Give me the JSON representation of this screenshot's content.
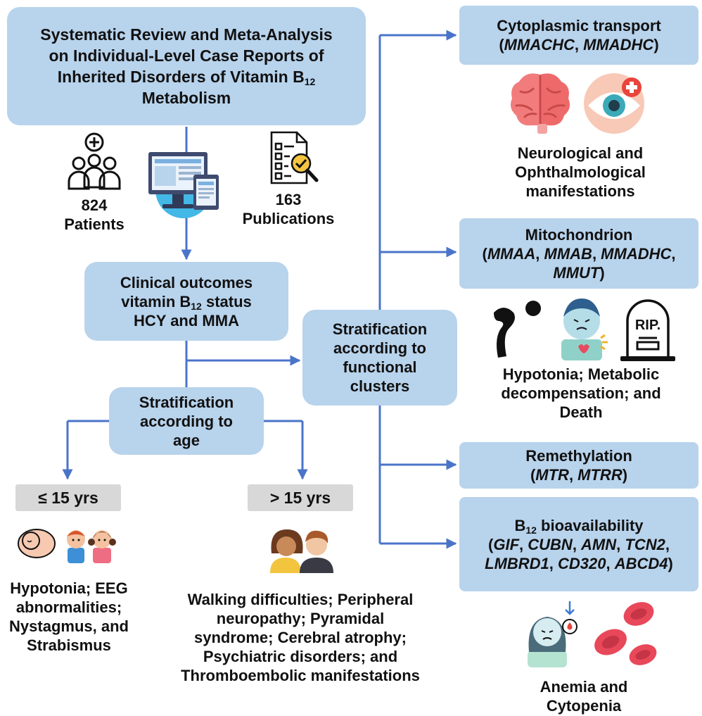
{
  "colors": {
    "box_fill": "#b8d3ec",
    "arrow": "#4a74c9",
    "gray_box": "#d8d8d8"
  },
  "review_box": {
    "line1": "Systematic Review and Meta-Analysis",
    "line2": "on Individual-Level Case Reports of",
    "line3_main": "Inherited Disorders of Vitamin B",
    "line3_sub": "12",
    "line4": "Metabolism"
  },
  "patients": {
    "count": "824",
    "label": "Patients"
  },
  "publications": {
    "count": "163",
    "label": "Publications"
  },
  "outcomes_box": {
    "line1": "Clinical outcomes",
    "line2_main": "vitamin B",
    "line2_sub": "12",
    "line2_end": " status",
    "line3": "HCY and MMA"
  },
  "age_box": {
    "lines": [
      "Stratification",
      "according to",
      "age"
    ]
  },
  "cluster_box": {
    "lines": [
      "Stratification",
      "according to",
      "functional",
      "clusters"
    ]
  },
  "age_groups": [
    {
      "label": "≤ 15 yrs",
      "outcomes": [
        "Hypotonia; EEG",
        "abnormalities;",
        "Nystagmus, and",
        "Strabismus"
      ]
    },
    {
      "label": "> 15 yrs",
      "outcomes": [
        "Walking difficulties; Peripheral",
        "neuropathy; Pyramidal",
        "syndrome; Cerebral atrophy;",
        "Psychiatric disorders; and",
        "Thromboembolic manifestations"
      ]
    }
  ],
  "clusters": {
    "cytoplasmic": {
      "title": "Cytoplasmic transport",
      "genes": [
        "MMACHC",
        "MMADHC"
      ],
      "outcome": [
        "Neurological and",
        "Ophthalmological",
        "manifestations"
      ]
    },
    "mitochondrion": {
      "title": "Mitochondrion",
      "genes": [
        "MMAA",
        "MMAB",
        "MMADHC",
        "MMUT"
      ],
      "outcome": [
        "Hypotonia; Metabolic",
        "decompensation; and",
        "Death"
      ]
    },
    "remethylation": {
      "title": "Remethylation",
      "genes": [
        "MTR",
        "MTRR"
      ]
    },
    "bioavailability": {
      "title_main": "B",
      "title_sub": "12",
      "title_end": " bioavailability",
      "genes": [
        "GIF",
        "CUBN",
        "AMN",
        "TCN2",
        "LMBRD1",
        "CD320",
        "ABCD4"
      ],
      "outcome": [
        "Anemia and",
        "Cytopenia"
      ]
    }
  },
  "tombstone_text": "RIP."
}
